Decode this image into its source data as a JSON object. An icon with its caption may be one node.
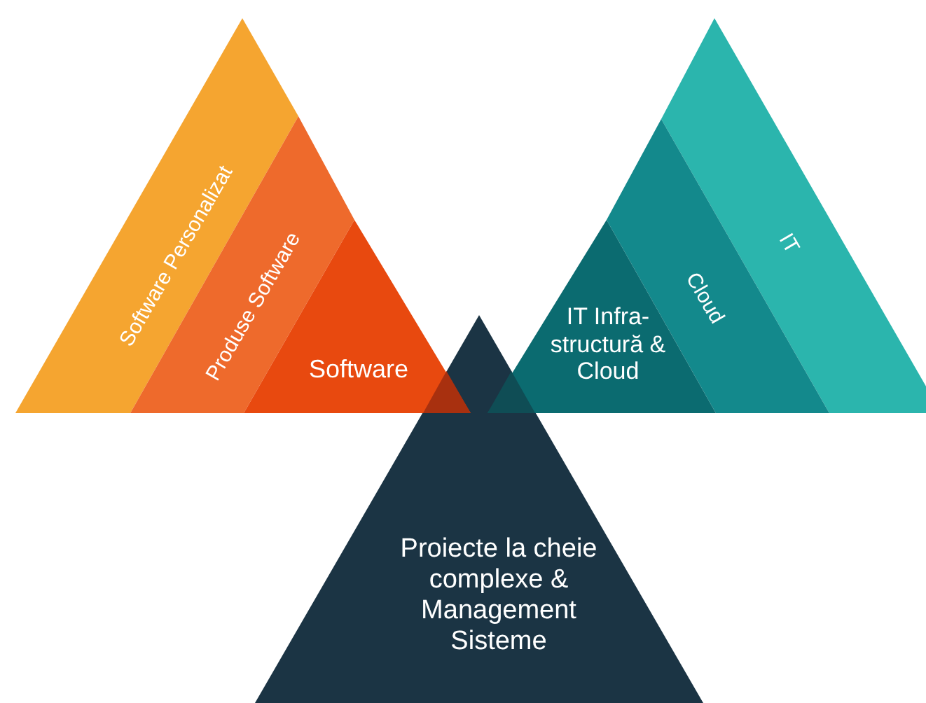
{
  "diagram": {
    "nodes": [
      {
        "text": [
          "Software Personalizat"
        ]
      },
      {
        "text": [
          "Produse Software"
        ]
      },
      {
        "text": [
          "Software"
        ]
      },
      {
        "text": [
          "IT"
        ]
      },
      {
        "text": [
          "Cloud"
        ]
      },
      {
        "text": [
          "IT Infra- structură & Cloud"
        ]
      },
      {
        "text": [
          "Proiecte la cheie complexe & Management Sisteme"
        ]
      }
    ]
  }
}
